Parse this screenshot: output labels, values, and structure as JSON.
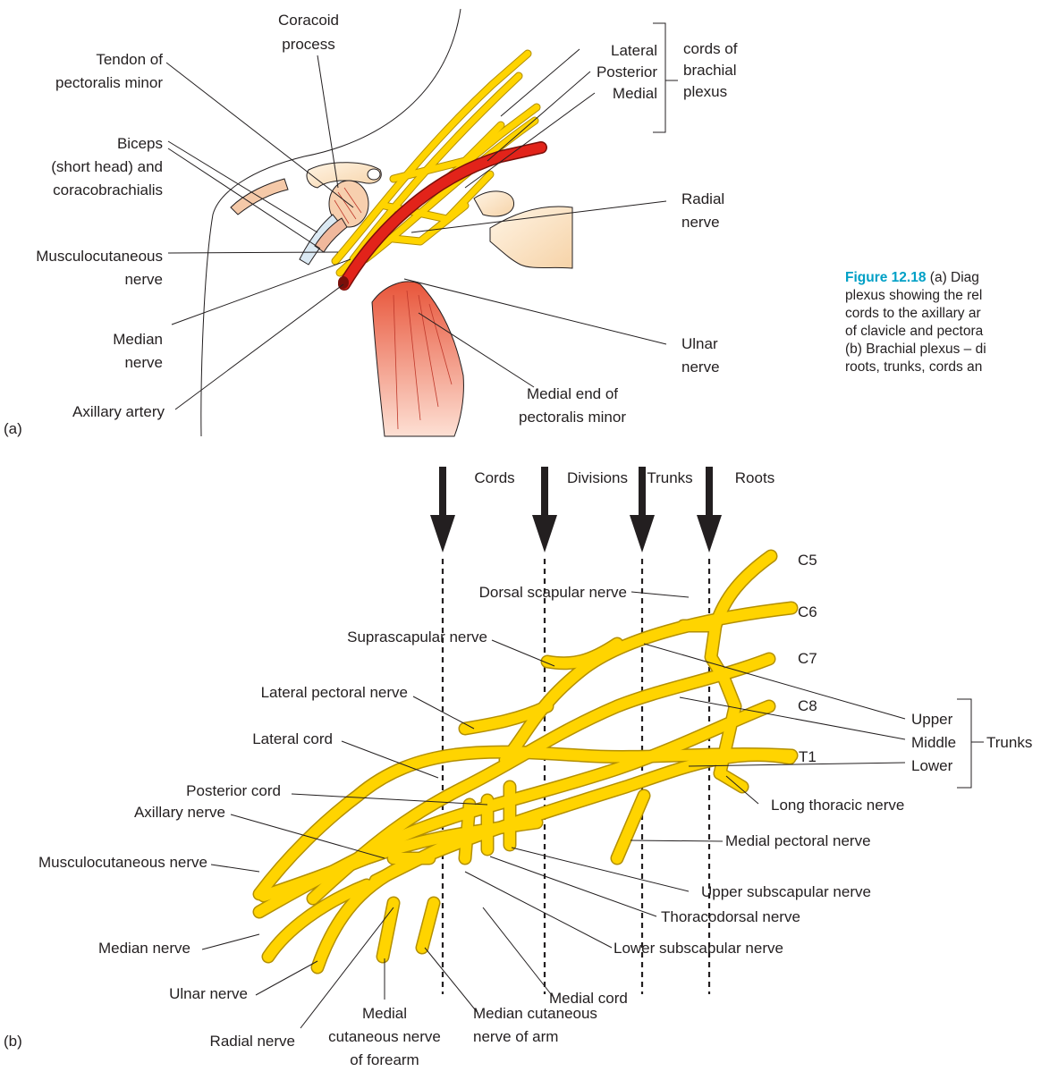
{
  "caption": {
    "figure_number": "Figure 12.18",
    "lines": [
      "(a) Diag",
      "plexus showing the rel",
      "cords to the axillary ar",
      "of clavicle and pectora",
      "(b) Brachial plexus – di",
      "roots, trunks, cords an"
    ]
  },
  "panel_a": {
    "panel_label": "(a)",
    "labels": {
      "coracoid_1": "Coracoid",
      "coracoid_2": "process",
      "tendon_1": "Tendon of",
      "tendon_2": "pectoralis minor",
      "biceps_1": "Biceps",
      "biceps_2": "(short head) and",
      "biceps_3": "coracobrachialis",
      "musculo_1": "Musculocutaneous",
      "musculo_2": "nerve",
      "median_1": "Median",
      "median_2": "nerve",
      "axillary_artery": "Axillary artery",
      "cord_lateral": "Lateral",
      "cord_posterior": "Posterior",
      "cord_medial": "Medial",
      "cords_1": "cords of",
      "cords_2": "brachial",
      "cords_3": "plexus",
      "radial_1": "Radial",
      "radial_2": "nerve",
      "ulnar_1": "Ulnar",
      "ulnar_2": "nerve",
      "pec_end_1": "Medial end of",
      "pec_end_2": "pectoralis minor"
    }
  },
  "panel_b": {
    "panel_label": "(b)",
    "columns": [
      "Cords",
      "Divisions",
      "Trunks",
      "Roots"
    ],
    "roots": [
      "C5",
      "C6",
      "C7",
      "C8",
      "T1"
    ],
    "trunks": [
      "Upper",
      "Middle",
      "Lower"
    ],
    "trunks_bracket_label": "Trunks",
    "labels": {
      "dorsal_scapular": "Dorsal scapular nerve",
      "suprascapular": "Suprascapular nerve",
      "lateral_pectoral": "Lateral pectoral nerve",
      "lateral_cord": "Lateral cord",
      "posterior_cord": "Posterior cord",
      "axillary_nerve": "Axillary nerve",
      "musculocutaneous": "Musculocutaneous nerve",
      "median": "Median nerve",
      "ulnar": "Ulnar nerve",
      "radial": "Radial nerve",
      "med_cut_forearm_1": "Medial",
      "med_cut_forearm_2": "cutaneous nerve",
      "med_cut_forearm_3": "of forearm",
      "med_cut_arm_1": "Median cutaneous",
      "med_cut_arm_2": "nerve of arm",
      "medial_cord": "Medial cord",
      "lower_subscapular": "Lower subscapular nerve",
      "thoracodorsal": "Thoracodorsal nerve",
      "upper_subscapular": "Upper subscapular nerve",
      "medial_pectoral": "Medial pectoral nerve",
      "long_thoracic": "Long thoracic nerve"
    }
  },
  "colors": {
    "nerve": "#ffd400",
    "nerve_outline": "#b38f00",
    "artery": "#e2231a",
    "muscle": "#ef8a6b",
    "bone": "#fbe3c4",
    "caption_accent": "#00a0c6"
  }
}
